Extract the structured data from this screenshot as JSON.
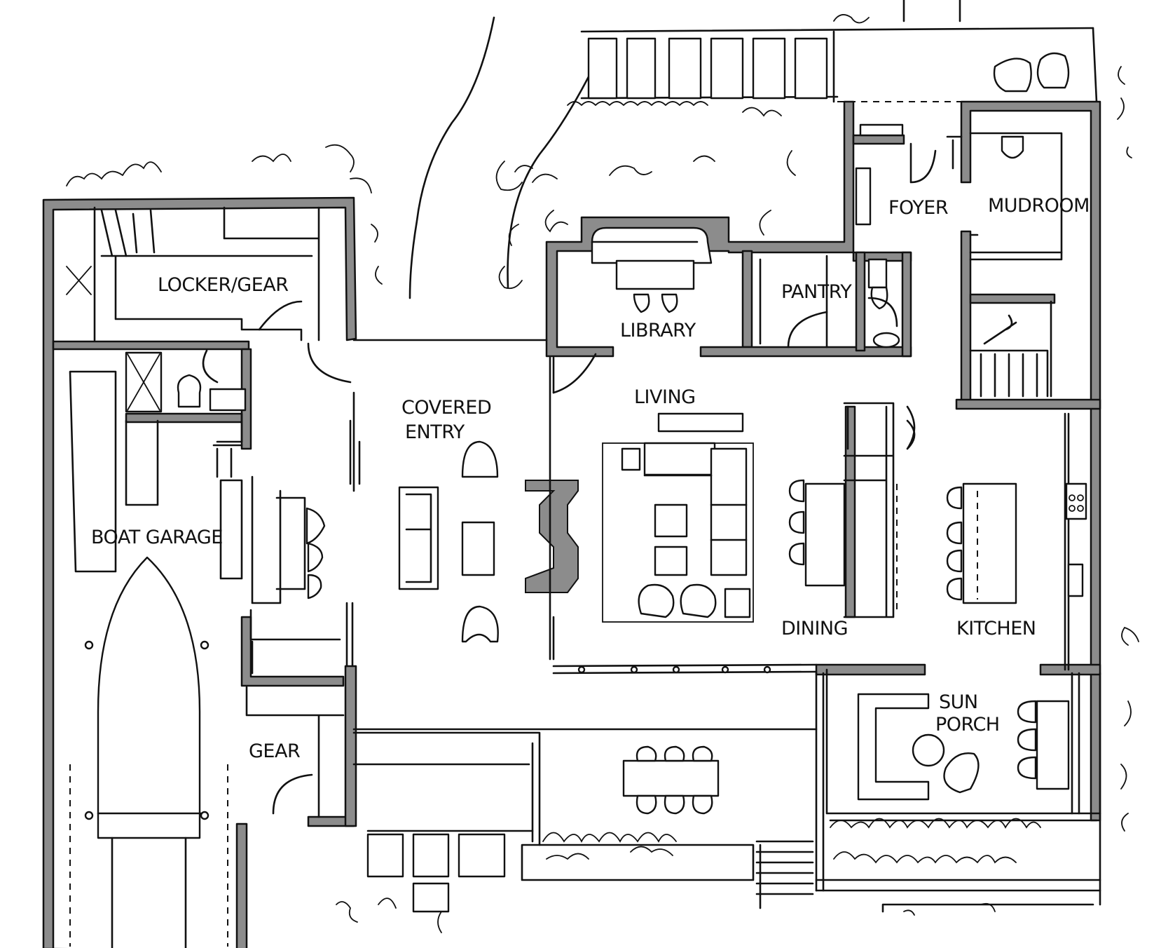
{
  "rooms": {
    "locker_gear": "LOCKER/GEAR",
    "covered_entry_line1": "COVERED",
    "covered_entry_line2": "ENTRY",
    "library": "LIBRARY",
    "pantry": "PANTRY",
    "foyer": "FOYER",
    "mudroom": "MUDROOM",
    "living": "LIVING",
    "boat_garage": "BOAT GARAGE",
    "dining": "DINING",
    "kitchen": "KITCHEN",
    "gear": "GEAR",
    "sun_porch_line1": "SUN",
    "sun_porch_line2": "PORCH"
  },
  "colors": {
    "wall_fill": "#8c8c8c",
    "ink": "#111111",
    "paper": "#ffffff"
  }
}
